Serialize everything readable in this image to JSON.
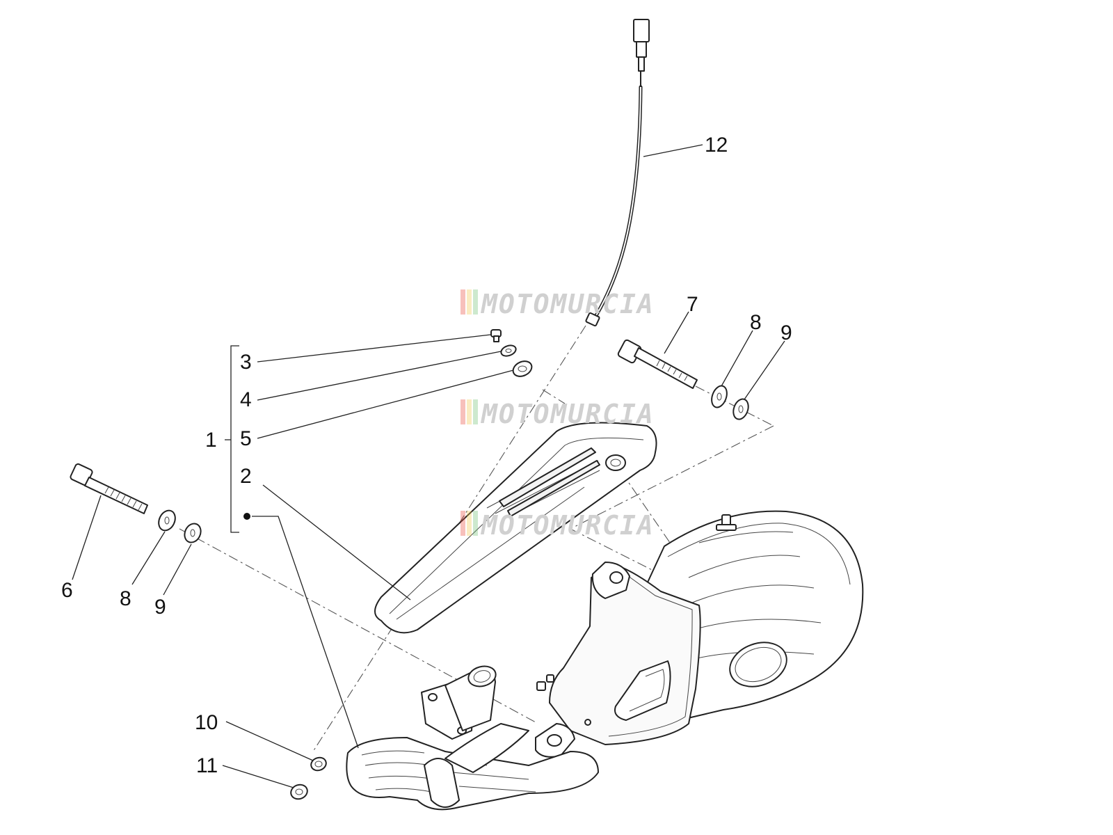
{
  "diagram": {
    "callouts": {
      "c1": "1",
      "c2": "2",
      "c3": "3",
      "c4": "4",
      "c5": "5",
      "c6": "6",
      "c7": "7",
      "c8a": "8",
      "c8b": "8",
      "c9a": "9",
      "c9b": "9",
      "c10": "10",
      "c11": "11",
      "c12": "12"
    },
    "watermark": "MOTOMURCIA",
    "watermark_colors": [
      "#e94b3c",
      "#f2c94c",
      "#6fbf73"
    ]
  }
}
